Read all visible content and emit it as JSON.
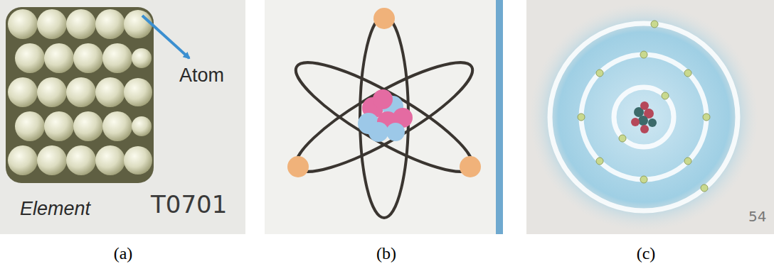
{
  "diagram": {
    "labels": [
      "Atom",
      "Element",
      "T0701",
      "(a)",
      "(b)",
      "(c)",
      "54"
    ]
  }
}
